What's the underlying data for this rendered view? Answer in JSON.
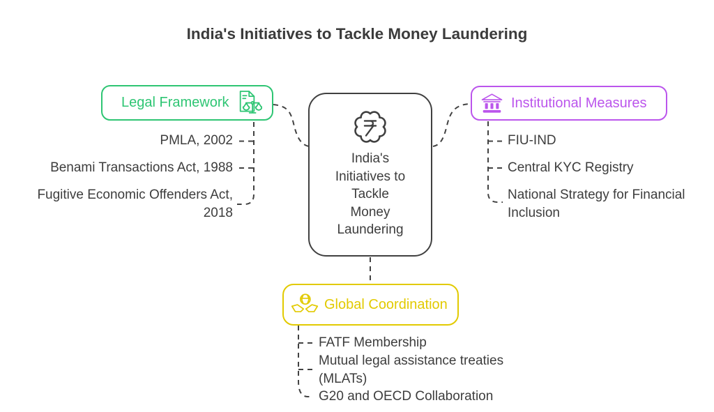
{
  "title": "India's Initiatives to Tackle Money Laundering",
  "center": {
    "label": "India's\nInitiatives to\nTackle\nMoney\nLaundering",
    "icon": "rupee-badge-icon"
  },
  "branches": {
    "legal": {
      "label": "Legal Framework",
      "icon": "document-scales-icon",
      "accent_color": "#2ec573",
      "items": [
        "PMLA, 2002",
        "Benami Transactions Act, 1988",
        "Fugitive Economic Offenders Act, 2018"
      ]
    },
    "institutional": {
      "label": "Institutional Measures",
      "icon": "bank-icon",
      "accent_color": "#bb55ec",
      "items": [
        "FIU-IND",
        "Central KYC Registry",
        "National Strategy for Financial Inclusion"
      ]
    },
    "global": {
      "label": "Global Coordination",
      "icon": "handshake-globe-icon",
      "accent_color": "#e2ca00",
      "items": [
        "FATF Membership",
        "Mutual legal assistance treaties (MLATs)",
        "G20 and OECD Collaboration"
      ]
    }
  },
  "colors": {
    "ink": "#404040",
    "item_text": "#3d3d3d",
    "background": "#ffffff"
  }
}
